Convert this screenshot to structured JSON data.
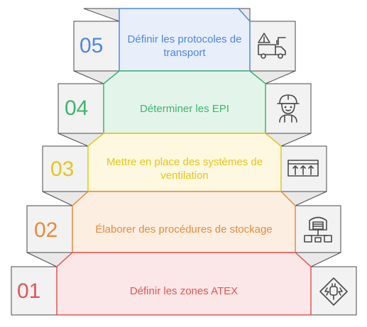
{
  "steps": [
    {
      "number": "05",
      "label": "Définir les protocoles de transport",
      "icon": "hazard-truck-icon",
      "fill": "#e8effb",
      "stroke": "#4d86e6"
    },
    {
      "number": "04",
      "label": "Déterminer les EPI",
      "icon": "worker-helmet-icon",
      "fill": "#e3f5ea",
      "stroke": "#3db56b"
    },
    {
      "number": "03",
      "label": "Mettre en place des systèmes de ventilation",
      "icon": "ventilation-icon",
      "fill": "#fdf8df",
      "stroke": "#e6c619"
    },
    {
      "number": "02",
      "label": "Élaborer des procédures de stockage",
      "icon": "storage-warehouse-icon",
      "fill": "#fcefe2",
      "stroke": "#ea8a3a"
    },
    {
      "number": "01",
      "label": "Définir les zones ATEX",
      "icon": "atex-zone-icon",
      "fill": "#fbe7e7",
      "stroke": "#e25555"
    }
  ],
  "colors": {
    "side": "#f2f2f2",
    "sideStroke": "#4a4a4a",
    "top": "#e9e9e9"
  }
}
